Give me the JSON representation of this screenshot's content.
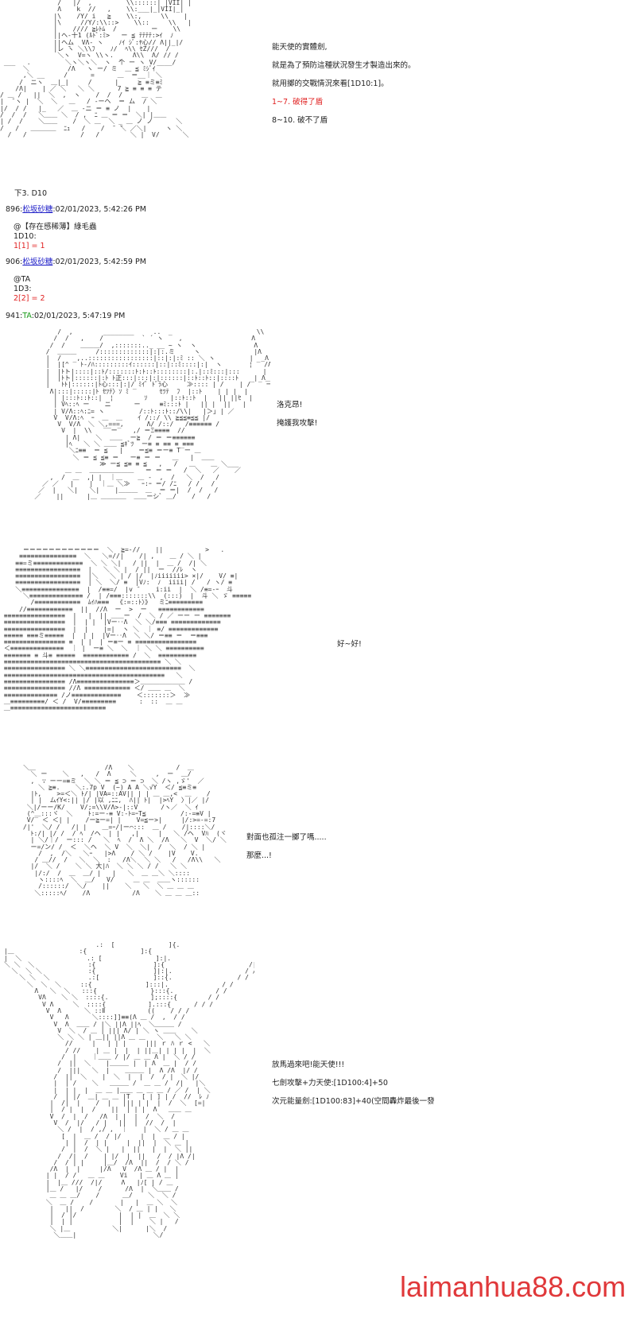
{
  "panel1": {
    "lines": [
      "能天使的實體劍,",
      "就是為了預防這種狀況發生才製造出來的。",
      "就用擲的交戰情況來看[1D10:1]。",
      "1~7. 破得了盾",
      "8~10. 破不了盾"
    ],
    "footer": "下3. D10"
  },
  "posts": [
    {
      "num": "896:",
      "user": "松坂砂糖",
      "date": ":02/01/2023, 5:42:26 PM",
      "lines": [
        "@【存在感稀薄】綠毛蟲",
        "1D10:"
      ],
      "roll": "1[1] = 1"
    },
    {
      "num": "906:",
      "user": "松坂砂糖",
      "date": ":02/01/2023, 5:42:59 PM",
      "lines": [
        "@TA",
        "1D3:"
      ],
      "roll": "2[2] = 2"
    },
    {
      "num": "941:",
      "user": "TA",
      "date": ":02/01/2023, 5:47:19 PM",
      "lines": [],
      "roll": ""
    }
  ],
  "panel2": {
    "lines": [
      "洛克昂!",
      "掩護我攻擊!"
    ]
  },
  "panel3": {
    "lines": [
      "好~好!"
    ]
  },
  "panel4": {
    "lines": [
      "對面也孤注一擲了嗎.....",
      "那麼...!"
    ]
  },
  "panel5": {
    "lines": [
      "放馬過來吧!能天使!!!",
      "七劍攻擊+力天使:[1D100:4]+50",
      "次元能量劍:[1D100:83]+40(空間轟炸最後一發"
    ]
  },
  "watermark": "laimanhua88.com"
}
